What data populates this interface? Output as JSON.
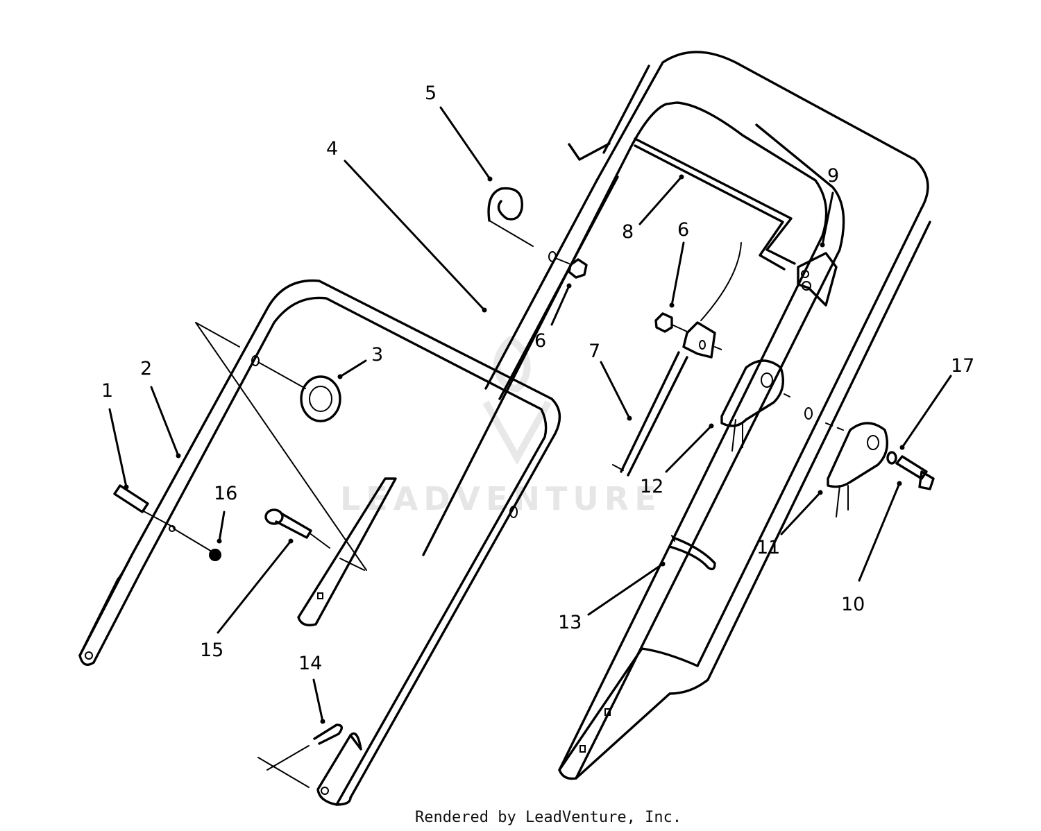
{
  "watermark": "LEADVENTURE",
  "credit": "Rendered by LeadVenture, Inc.",
  "callouts": [
    {
      "id": "1",
      "label": "1"
    },
    {
      "id": "2",
      "label": "2"
    },
    {
      "id": "3",
      "label": "3"
    },
    {
      "id": "4",
      "label": "4"
    },
    {
      "id": "5",
      "label": "5"
    },
    {
      "id": "6a",
      "label": "6"
    },
    {
      "id": "6b",
      "label": "6"
    },
    {
      "id": "7",
      "label": "7"
    },
    {
      "id": "8",
      "label": "8"
    },
    {
      "id": "9",
      "label": "9"
    },
    {
      "id": "10",
      "label": "10"
    },
    {
      "id": "11",
      "label": "11"
    },
    {
      "id": "12",
      "label": "12"
    },
    {
      "id": "13",
      "label": "13"
    },
    {
      "id": "14",
      "label": "14"
    },
    {
      "id": "15",
      "label": "15"
    },
    {
      "id": "16",
      "label": "16"
    },
    {
      "id": "17",
      "label": "17"
    }
  ]
}
